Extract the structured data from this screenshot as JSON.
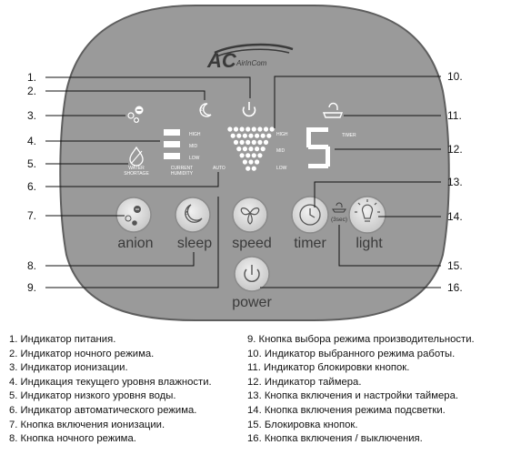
{
  "brand": {
    "mark": "AC",
    "name": "AirInCom"
  },
  "panel": {
    "indicators": {
      "humidity_high": "HIGH",
      "humidity_mid": "MID",
      "humidity_low": "LOW",
      "current_humidity": [
        "CURRENT",
        "HUMIDITY"
      ],
      "water_shortage": [
        "WATER",
        "SHORTAGE"
      ],
      "auto": "AUTO",
      "speed_high": "HIGH",
      "speed_mid": "MID",
      "speed_low": "LOW",
      "timer": "TIMER",
      "timer_digit": "5"
    },
    "buttons": {
      "anion": "anion",
      "sleep": "sleep",
      "speed": "speed",
      "timer": "timer",
      "light": "light",
      "power": "power",
      "lock_hint": "(3sec)"
    }
  },
  "callouts": {
    "c1": "1.",
    "c2": "2.",
    "c3": "3.",
    "c4": "4.",
    "c5": "5.",
    "c6": "6.",
    "c7": "7.",
    "c8": "8.",
    "c9": "9.",
    "c10": "10.",
    "c11": "11.",
    "c12": "12.",
    "c13": "13.",
    "c14": "14.",
    "c15": "15.",
    "c16": "16."
  },
  "legend": {
    "left": [
      "1. Индикатор питания.",
      "2. Индикатор ночного режима.",
      "3. Индикатор ионизации.",
      "4. Индикация текущего уровня влажности.",
      "5. Индикатор низкого уровня воды.",
      "6. Индикатор автоматического режима.",
      "7. Кнопка включения ионизации.",
      "8. Кнопка ночного режима."
    ],
    "right": [
      "9. Кнопка выбора режима производительности.",
      "10. Индикатор выбранного режима работы.",
      "11. Индикатор блокировки кнопок.",
      "12. Индикатор таймера.",
      "13. Кнопка включения и настройки таймера.",
      "14. Кнопка включения режима подсветки.",
      "15. Блокировка кнопок.",
      "16. Кнопка включения / выключения."
    ]
  },
  "colors": {
    "panel": "#9a9a9a",
    "panel_border": "#5e5e5e",
    "indicator": "#ffffff",
    "button_face": "#d9d9d9",
    "button_ring": "#8a8a8a",
    "text_dark": "#3a3a3a",
    "leader": "#111111"
  }
}
